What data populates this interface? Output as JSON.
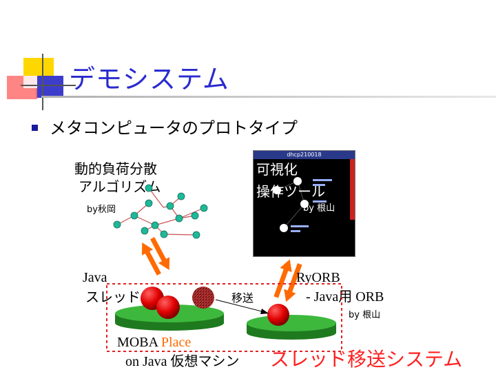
{
  "slide": {
    "title": "デモシステム",
    "bullet": "メタコンピュータのプロトタイプ"
  },
  "algorithm": {
    "label_line1": "動的負荷分散",
    "label_line2": "アルゴリズム",
    "by": "by秋岡"
  },
  "visualizer": {
    "window_title": "dhcp210018",
    "label_line1": "可視化",
    "label_line2": "操作ツール",
    "by": "by 根山"
  },
  "java_thread": {
    "label_line1": "Java",
    "label_line2": "スレッド"
  },
  "migration": {
    "label": "移送"
  },
  "ryorb": {
    "label_line1": "RyORB",
    "label_line2": "- Java用 ORB",
    "by": "by 根山"
  },
  "moba": {
    "label_a": "MOBA ",
    "label_b": "Place",
    "vm": "on Java 仮想マシン"
  },
  "system": {
    "label": "スレッド移送システム"
  },
  "colors": {
    "title": "#2a2ad0",
    "accent_orange": "#ff6a00",
    "system_red": "#ff2020",
    "node_teal": "#1fb898",
    "platform_green": "#2fa02f"
  }
}
